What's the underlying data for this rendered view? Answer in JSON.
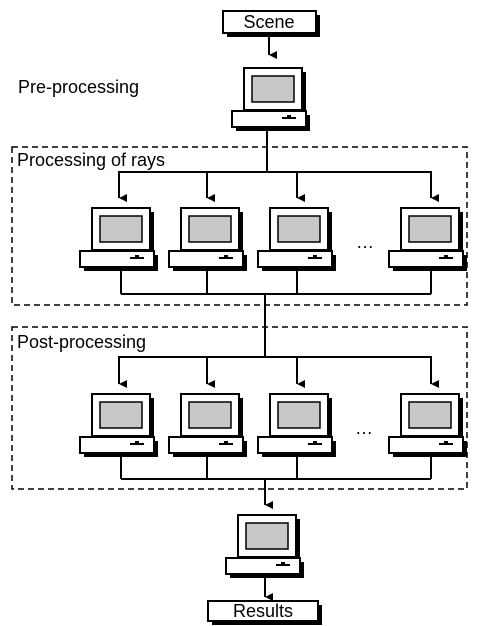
{
  "diagram": {
    "input_label": "Scene",
    "preprocessing_label": "Pre-processing",
    "processing_rays_label": "Processing of rays",
    "postprocessing_label": "Post-processing",
    "ellipsis": "…",
    "output_label": "Results"
  },
  "colors": {
    "screen": "#c8c8c8",
    "line": "#000000",
    "shadow": "#000000",
    "background": "#ffffff"
  },
  "icons": {
    "computer": "computer-icon",
    "arrow": "arrow-down-icon"
  }
}
